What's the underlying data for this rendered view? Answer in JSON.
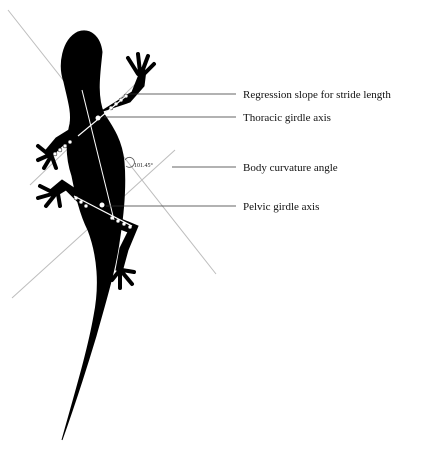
{
  "figure": {
    "labels": {
      "stride_slope": "Regression slope for stride length",
      "thoracic_axis": "Thoracic girdle axis",
      "curvature_angle": "Body curvature angle",
      "pelvic_axis": "Pelvic girdle axis"
    },
    "angle_annotation": "101.45°"
  },
  "colors": {
    "silhouette": "#000000",
    "axis_line": "#bdbdbd",
    "leader_line": "#333333",
    "marker": "#ffffff"
  }
}
